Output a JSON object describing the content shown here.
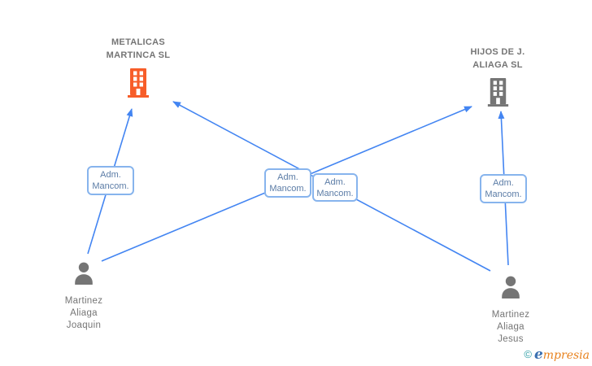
{
  "diagram": {
    "colors": {
      "arrow": "#4385f2",
      "box_border": "#87b4ed",
      "box_text": "#5b7ca6",
      "node_text": "#757575",
      "company_left_icon": "#f75d29",
      "company_right_icon": "#757575",
      "person_icon": "#757575"
    },
    "companies": [
      {
        "name_line1": "METALICAS",
        "name_line2": "MARTINCA SL",
        "icon": "building-icon"
      },
      {
        "name_line1": "HIJOS DE J.",
        "name_line2": "ALIAGA SL",
        "icon": "building-icon"
      }
    ],
    "persons": [
      {
        "name_line1": "Martinez",
        "name_line2": "Aliaga",
        "name_line3": "Joaquin",
        "icon": "person-icon"
      },
      {
        "name_line1": "Martinez",
        "name_line2": "Aliaga",
        "name_line3": "Jesus",
        "icon": "person-icon"
      }
    ],
    "relationships": [
      {
        "from": "Martinez Aliaga Joaquin",
        "to": "METALICAS MARTINCA SL",
        "label_line1": "Adm.",
        "label_line2": "Mancom."
      },
      {
        "from": "Martinez Aliaga Joaquin",
        "to": "HIJOS DE J. ALIAGA SL",
        "label_line1": "Adm.",
        "label_line2": "Mancom."
      },
      {
        "from": "Martinez Aliaga Jesus",
        "to": "METALICAS MARTINCA SL",
        "label_line1": "Adm.",
        "label_line2": "Mancom."
      },
      {
        "from": "Martinez Aliaga Jesus",
        "to": "HIJOS DE J. ALIAGA SL",
        "label_line1": "Adm.",
        "label_line2": "Mancom."
      }
    ]
  },
  "footer": {
    "copyright": "©",
    "brand_first": "e",
    "brand_rest": "mpresia"
  }
}
